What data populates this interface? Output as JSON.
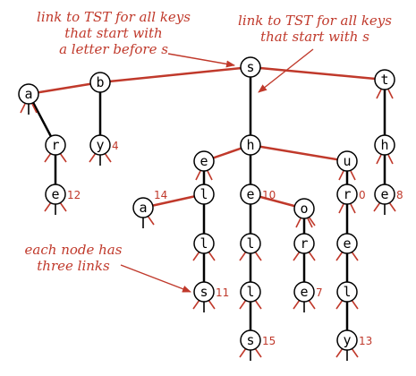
{
  "annotations": {
    "left": [
      "link to TST for all keys",
      "that start with",
      "a letter before s"
    ],
    "right": [
      "link to TST for all keys",
      "that start with s"
    ],
    "bottom": [
      "each node has",
      "three links"
    ]
  },
  "nodes": [
    {
      "id": "s_root",
      "char": "s"
    },
    {
      "id": "b",
      "char": "b"
    },
    {
      "id": "t",
      "char": "t"
    },
    {
      "id": "a",
      "char": "a"
    },
    {
      "id": "r_a",
      "char": "r"
    },
    {
      "id": "e_are",
      "char": "e",
      "value": "12"
    },
    {
      "id": "y_by",
      "char": "y",
      "value": "4"
    },
    {
      "id": "h_s",
      "char": "h"
    },
    {
      "id": "h_t",
      "char": "h"
    },
    {
      "id": "e_she",
      "char": "e"
    },
    {
      "id": "u",
      "char": "u"
    },
    {
      "id": "e_the",
      "char": "e",
      "value": "8"
    },
    {
      "id": "l1",
      "char": "l"
    },
    {
      "id": "e_she2",
      "char": "e",
      "value": "10"
    },
    {
      "id": "o",
      "char": "o"
    },
    {
      "id": "r_sur",
      "char": "r",
      "value": "0"
    },
    {
      "id": "a_sea",
      "char": "a",
      "value": "14"
    },
    {
      "id": "l2",
      "char": "l"
    },
    {
      "id": "l_shel",
      "char": "l"
    },
    {
      "id": "r_shor",
      "char": "r"
    },
    {
      "id": "e_sure",
      "char": "e"
    },
    {
      "id": "s_sells",
      "char": "s",
      "value": "11"
    },
    {
      "id": "l_shell",
      "char": "l"
    },
    {
      "id": "e_shore",
      "char": "e",
      "value": "7"
    },
    {
      "id": "l_surel",
      "char": "l"
    },
    {
      "id": "s_shells",
      "char": "s",
      "value": "15"
    },
    {
      "id": "y_surely",
      "char": "y",
      "value": "13"
    }
  ],
  "colors": {
    "link": "#c0392b",
    "middle_link": "#000000",
    "node_fill": "#ffffff",
    "node_stroke": "#000000",
    "value_text": "#c0392b",
    "annotation_text": "#c0392b"
  }
}
